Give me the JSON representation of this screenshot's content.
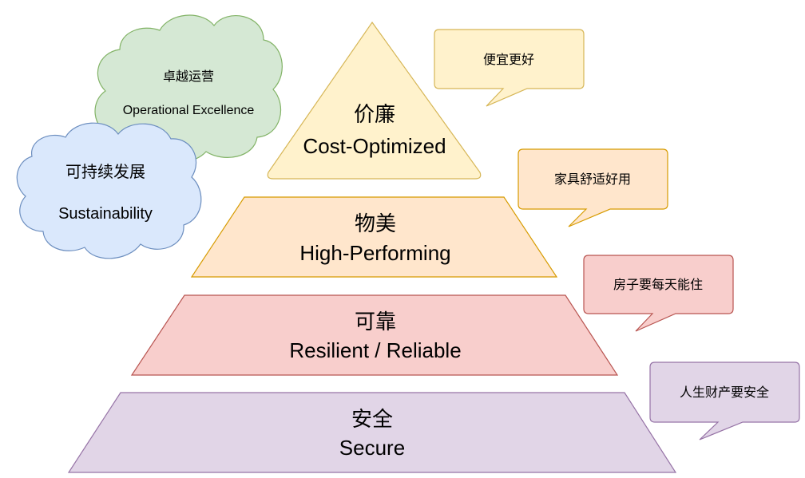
{
  "pyramid": {
    "top": {
      "zh": "价廉",
      "en": "Cost-Optimized",
      "fill": "#fff2cc",
      "stroke": "#d6b656"
    },
    "upper": {
      "zh": "物美",
      "en": "High-Performing",
      "fill": "#ffe6cc",
      "stroke": "#d79b00"
    },
    "middle": {
      "zh": "可靠",
      "en": "Resilient / Reliable",
      "fill": "#f8cecc",
      "stroke": "#b85450"
    },
    "bottom": {
      "zh": "安全",
      "en": "Secure",
      "fill": "#e1d5e7",
      "stroke": "#9673a6"
    }
  },
  "clouds": {
    "operational": {
      "zh": "卓越运营",
      "en": "Operational Excellence",
      "fill": "#d5e8d4",
      "stroke": "#82b366"
    },
    "sustainability": {
      "zh": "可持续发展",
      "en": "Sustainability",
      "fill": "#dae8fc",
      "stroke": "#6c8ebf"
    }
  },
  "callouts": {
    "cost": {
      "text": "便宜更好",
      "fill": "#fff2cc",
      "stroke": "#d6b656"
    },
    "performance": {
      "text": "家具舒适好用",
      "fill": "#ffe6cc",
      "stroke": "#d79b00"
    },
    "reliability": {
      "text": "房子要每天能住",
      "fill": "#f8cecc",
      "stroke": "#b85450"
    },
    "security": {
      "text": "人生财产要安全",
      "fill": "#e1d5e7",
      "stroke": "#9673a6"
    }
  }
}
